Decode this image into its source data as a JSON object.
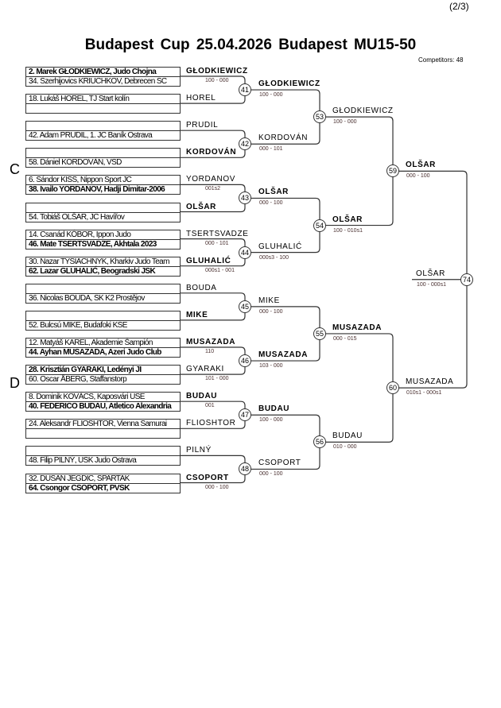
{
  "page_number": "(2/3)",
  "title": "Budapest Cup  25.04.2026  Budapest   MU15-50",
  "competitors": "Competitors: 48",
  "pools": [
    "C",
    "D"
  ],
  "boxes": [
    {
      "lines": [
        {
          "text": "2. Marek GŁODKIEWICZ, Judo Chojna",
          "bold": true
        },
        {
          "text": "34. Szerhijovics KRIUCHKOV, Debrecen SC",
          "bold": false
        }
      ],
      "label": "GŁODKIEWICZ",
      "label_bold": true,
      "score": "100 - 000"
    },
    {
      "lines": [
        {
          "text": "18. Lukáš HOREL, TJ Start kolín",
          "bold": false
        },
        {
          "text": "",
          "bold": false
        }
      ],
      "label": "HOREL",
      "label_bold": false,
      "score": ""
    },
    {
      "lines": [
        {
          "text": "",
          "bold": false
        },
        {
          "text": "42. Adam PRUDIL, 1. JC Baník Ostrava",
          "bold": false
        }
      ],
      "label": "PRUDIL",
      "label_bold": false,
      "score": ""
    },
    {
      "lines": [
        {
          "text": "",
          "bold": false
        },
        {
          "text": "58. Dániel KORDOVÁN, VSD",
          "bold": false
        }
      ],
      "label": "KORDOVÁN",
      "label_bold": true,
      "score": ""
    },
    {
      "lines": [
        {
          "text": "6. Sándor KISS, Nippon Sport JC",
          "bold": false
        },
        {
          "text": "38. Ivailo YORDANOV, Hadji Dimitar-2006",
          "bold": true
        }
      ],
      "label": "YORDANOV",
      "label_bold": false,
      "score": "001s2"
    },
    {
      "lines": [
        {
          "text": "",
          "bold": false
        },
        {
          "text": "54. Tobiáš OLŠAR, JC Havířov",
          "bold": false
        }
      ],
      "label": "OLŠAR",
      "label_bold": true,
      "score": ""
    },
    {
      "lines": [
        {
          "text": "14. Csanád KÓBOR, Ippon Judo",
          "bold": false
        },
        {
          "text": "46. Mate TSERTSVADZE, Akhtala 2023",
          "bold": true
        }
      ],
      "label": "TSERTSVADZE",
      "label_bold": false,
      "score": "000 - 101"
    },
    {
      "lines": [
        {
          "text": "30. Nazar TYSIACHNYK, Kharkiv Judo Team",
          "bold": false
        },
        {
          "text": "62. Lazar GLUHALIĆ, Beogradski JSK",
          "bold": true
        }
      ],
      "label": "GLUHALIĆ",
      "label_bold": true,
      "score": "000s1 - 001"
    },
    {
      "lines": [
        {
          "text": "",
          "bold": false
        },
        {
          "text": "36. Nicolas BOUDA, SK K2 Prostějov",
          "bold": false
        }
      ],
      "label": "BOUDA",
      "label_bold": false,
      "score": ""
    },
    {
      "lines": [
        {
          "text": "",
          "bold": false
        },
        {
          "text": "52. Bulcsú MIKE, Budafoki KSE",
          "bold": false
        }
      ],
      "label": "MIKE",
      "label_bold": true,
      "score": ""
    },
    {
      "lines": [
        {
          "text": "12. Matyáš KAREL, Akademie Šampión",
          "bold": false
        },
        {
          "text": "44. Ayhan MUSAZADA, Azeri Judo Club",
          "bold": true
        }
      ],
      "label": "MUSAZADA",
      "label_bold": true,
      "score": "110"
    },
    {
      "lines": [
        {
          "text": "28. Krisztián GYARAKI, Ledényi JI",
          "bold": true
        },
        {
          "text": "60. Oscar ÅBERG, Staffanstorp",
          "bold": false
        }
      ],
      "label": "GYARAKI",
      "label_bold": false,
      "score": "101 - 000"
    },
    {
      "lines": [
        {
          "text": "8. Dominik KOVÁCS, Kaposvári USE",
          "bold": false
        },
        {
          "text": "40. FEDERICO BUDAU, Atletico Alexandria",
          "bold": true
        }
      ],
      "label": "BUDAU",
      "label_bold": true,
      "score": "001"
    },
    {
      "lines": [
        {
          "text": "24. Aleksandr FLIOSHTOR, Vienna Samurai",
          "bold": false
        },
        {
          "text": "",
          "bold": false
        }
      ],
      "label": "FLIOSHTOR",
      "label_bold": false,
      "score": ""
    },
    {
      "lines": [
        {
          "text": "",
          "bold": false
        },
        {
          "text": "48. Filip PILNÝ, USK Judo Ostrava",
          "bold": false
        }
      ],
      "label": "PILNÝ",
      "label_bold": false,
      "score": ""
    },
    {
      "lines": [
        {
          "text": "32. DUSAN JEGDIC, SPARTAK",
          "bold": false
        },
        {
          "text": "64. Csongor CSOPORT, PVSK",
          "bold": true
        }
      ],
      "label": "CSOPORT",
      "label_bold": true,
      "score": "000 - 100"
    }
  ],
  "rounds": [
    [
      {
        "num": "41",
        "winner": "GŁODKIEWICZ",
        "bold": true,
        "score": "100 - 000"
      },
      {
        "num": "42",
        "winner": "KORDOVÁN",
        "bold": false,
        "score": "000 - 101"
      },
      {
        "num": "43",
        "winner": "OLŠAR",
        "bold": true,
        "score": "000 - 100"
      },
      {
        "num": "44",
        "winner": "GLUHALIĆ",
        "bold": false,
        "score": "000s3 - 100"
      },
      {
        "num": "45",
        "winner": "MIKE",
        "bold": false,
        "score": "000 - 100"
      },
      {
        "num": "46",
        "winner": "MUSAZADA",
        "bold": true,
        "score": "103 - 000"
      },
      {
        "num": "47",
        "winner": "BUDAU",
        "bold": true,
        "score": "100 - 000"
      },
      {
        "num": "48",
        "winner": "CSOPORT",
        "bold": false,
        "score": "000 - 100"
      }
    ],
    [
      {
        "num": "53",
        "winner": "GŁODKIEWICZ",
        "bold": false,
        "score": "100 - 000"
      },
      {
        "num": "54",
        "winner": "OLŠAR",
        "bold": true,
        "score": "100 - 010s1"
      },
      {
        "num": "55",
        "winner": "MUSAZADA",
        "bold": true,
        "score": "000 - 015"
      },
      {
        "num": "56",
        "winner": "BUDAU",
        "bold": false,
        "score": "010 - 000"
      }
    ],
    [
      {
        "num": "59",
        "winner": "OLŠAR",
        "bold": true,
        "score": "000 - 100"
      },
      {
        "num": "60",
        "winner": "MUSAZADA",
        "bold": false,
        "score": "010s1 - 000s1"
      }
    ],
    [
      {
        "num": "74",
        "winner": "OLŠAR",
        "bold": false,
        "score": "100 - 000s1"
      }
    ]
  ]
}
